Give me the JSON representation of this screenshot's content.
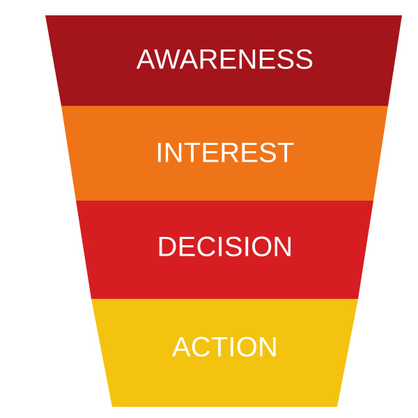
{
  "funnel": {
    "stages": [
      {
        "label": "AWARENESS",
        "color": "#a4141b"
      },
      {
        "label": "INTEREST",
        "color": "#ee7417"
      },
      {
        "label": "DECISION",
        "color": "#d51d22"
      },
      {
        "label": "ACTION",
        "color": "#f3c30f"
      }
    ]
  }
}
